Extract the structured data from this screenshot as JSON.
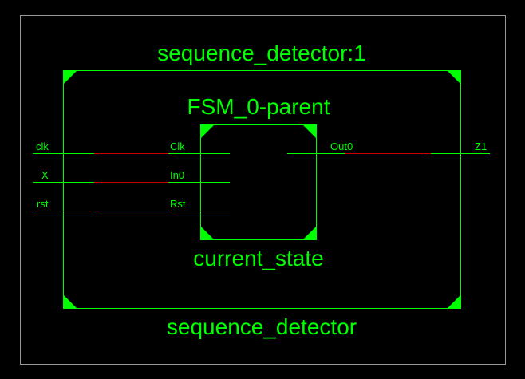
{
  "diagram": {
    "outer_instance_name": "sequence_detector:1",
    "outer_module_name": "sequence_detector",
    "inner_instance_name": "FSM_0-parent",
    "inner_module_name": "current_state",
    "inputs": [
      {
        "port": "clk",
        "pin": "Clk"
      },
      {
        "port": "X",
        "pin": "In0"
      },
      {
        "port": "rst",
        "pin": "Rst"
      }
    ],
    "outputs": [
      {
        "pin": "Out0",
        "port": "Z1"
      }
    ]
  },
  "colors": {
    "background": "#000000",
    "foreground": "#00ff00",
    "wire_highlight": "#cc0000",
    "frame": "#9a9a9a"
  }
}
